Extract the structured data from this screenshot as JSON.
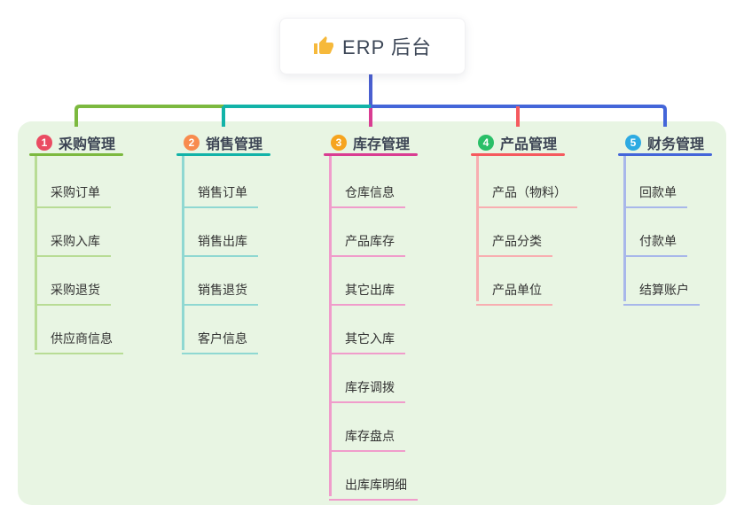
{
  "root": {
    "label": "ERP 后台",
    "icon": "thumbs-up",
    "icon_color": "#f6b93b"
  },
  "colors": {
    "page_bg": "#ffffff",
    "panel_bg": "#e8f5e3",
    "card_bg": "#ffffff",
    "root_stem": "#4a5fd0",
    "root_text": "#3d4757",
    "branch_text": "#3c4454",
    "child_text": "#333333"
  },
  "branches": [
    {
      "index": "1",
      "label": "采购管理",
      "badge_color": "#ea4b62",
      "line_color": "#7cb93f",
      "child_line_color": "#b8dc95",
      "children": [
        "采购订单",
        "采购入库",
        "采购退货",
        "供应商信息"
      ]
    },
    {
      "index": "2",
      "label": "销售管理",
      "badge_color": "#f88b4e",
      "line_color": "#12b3a8",
      "child_line_color": "#8fd8d2",
      "children": [
        "销售订单",
        "销售出库",
        "销售退货",
        "客户信息"
      ]
    },
    {
      "index": "3",
      "label": "库存管理",
      "badge_color": "#f6a41f",
      "line_color": "#d93d92",
      "child_line_color": "#f09ccb",
      "children": [
        "仓库信息",
        "产品库存",
        "其它出库",
        "其它入库",
        "库存调拨",
        "库存盘点",
        "出库库明细"
      ]
    },
    {
      "index": "4",
      "label": "产品管理",
      "badge_color": "#2abf68",
      "line_color": "#f55a5e",
      "child_line_color": "#f8aeb1",
      "children": [
        "产品（物料）",
        "产品分类",
        "产品单位"
      ]
    },
    {
      "index": "5",
      "label": "财务管理",
      "badge_color": "#2daae2",
      "line_color": "#4466d9",
      "child_line_color": "#a8b7ea",
      "children": [
        "回款单",
        "付款单",
        "结算账户"
      ]
    }
  ]
}
